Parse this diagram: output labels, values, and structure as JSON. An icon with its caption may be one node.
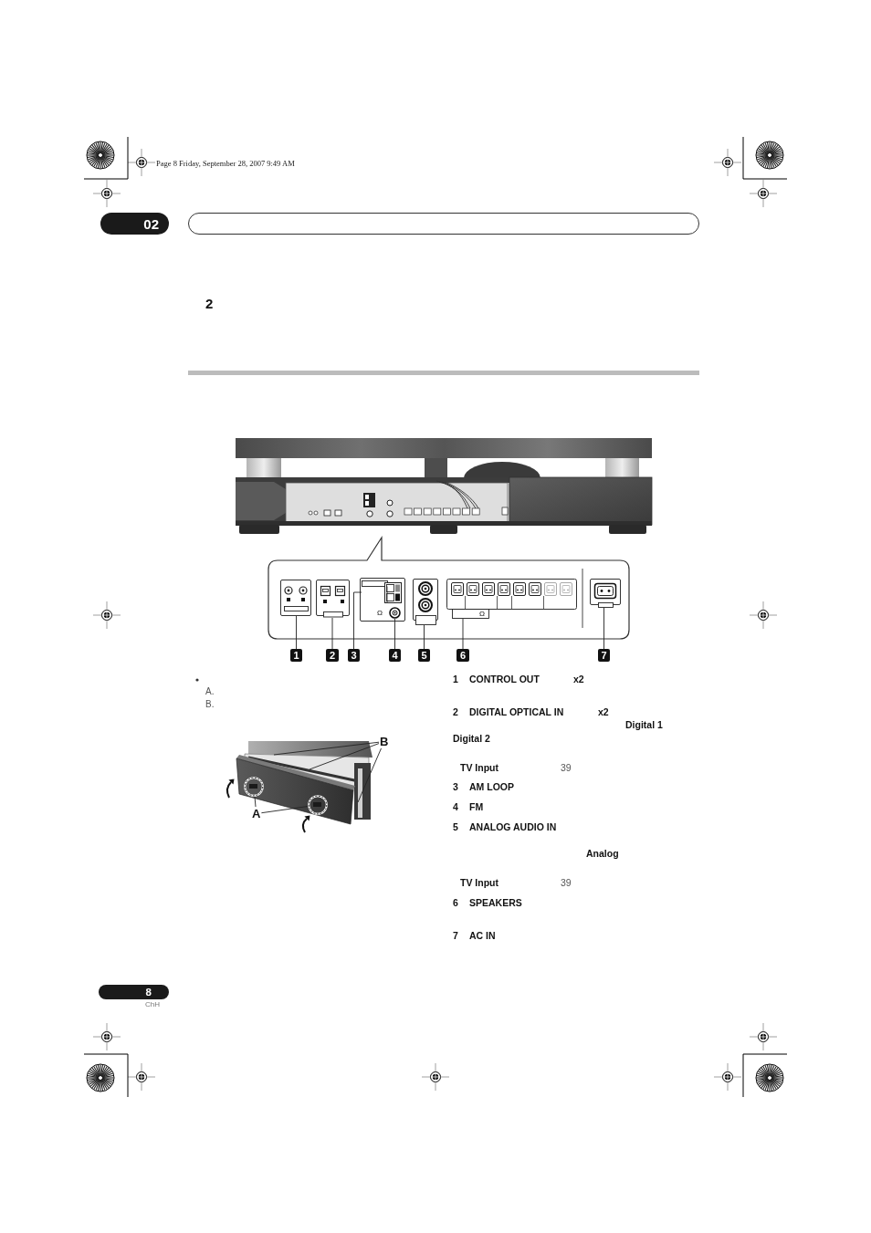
{
  "diagram": {
    "nodes": [
      {
        "text": [
          "02"
        ]
      },
      {
        "text": [],
        "shape": "picture"
      },
      {
        "text": [],
        "shape": "picture"
      },
      {
        "text": [],
        "shape": "picture"
      },
      {
        "text": [],
        "shape": "picture",
        "beside": [
          "Ω"
        ]
      },
      {
        "text": [],
        "shape": "picture"
      },
      {
        "text": [],
        "shape": "picture",
        "beside": [
          "Ω"
        ]
      },
      {
        "text": [],
        "shape": "picture"
      },
      {
        "text": [
          "1"
        ]
      },
      {
        "text": [
          "2"
        ]
      },
      {
        "text": [
          "3"
        ]
      },
      {
        "text": [
          "4"
        ]
      },
      {
        "text": [
          "5"
        ]
      },
      {
        "text": [
          "6"
        ]
      },
      {
        "text": [
          "7"
        ]
      },
      {
        "text": [
          "B"
        ]
      },
      {
        "text": [],
        "shape": "circle"
      },
      {
        "text": [],
        "shape": "circle"
      },
      {
        "text": [
          "A"
        ]
      },
      {
        "text": [
          "8"
        ],
        "beside": [
          "ChH"
        ]
      }
    ],
    "edges": [
      {
        "from": 8,
        "to": 1,
        "arrow": "none"
      },
      {
        "from": 9,
        "to": 2,
        "arrow": "none"
      },
      {
        "from": 10,
        "to": 3,
        "arrow": "none"
      },
      {
        "from": 11,
        "to": 4,
        "arrow": "none"
      },
      {
        "from": 12,
        "to": 5,
        "arrow": "none"
      },
      {
        "from": 13,
        "to": 6,
        "arrow": "none"
      },
      {
        "from": 14,
        "to": 7,
        "arrow": "none"
      },
      {
        "from": 15,
        "to": null,
        "arrow": "none"
      },
      {
        "from": 15,
        "to": null,
        "arrow": "none"
      },
      {
        "from": 15,
        "to": null,
        "arrow": "none"
      },
      {
        "from": 18,
        "to": 16,
        "arrow": "none"
      },
      {
        "from": 18,
        "to": 17,
        "arrow": "none"
      }
    ],
    "labels": [
      "Page 8 Friday, September 28, 2007 9:49 AM",
      "2",
      "A.",
      "B.",
      "1",
      "CONTROL OUT",
      "x2",
      "2",
      "DIGITAL OPTICAL IN",
      "x2",
      "Digital 1",
      "Digital 2",
      "TV Input",
      "39",
      "3",
      "AM LOOP",
      "4",
      "FM",
      "5",
      "ANALOG AUDIO IN",
      "Analog",
      "TV Input",
      "39",
      "6",
      "SPEAKERS",
      "7",
      "AC IN"
    ]
  }
}
